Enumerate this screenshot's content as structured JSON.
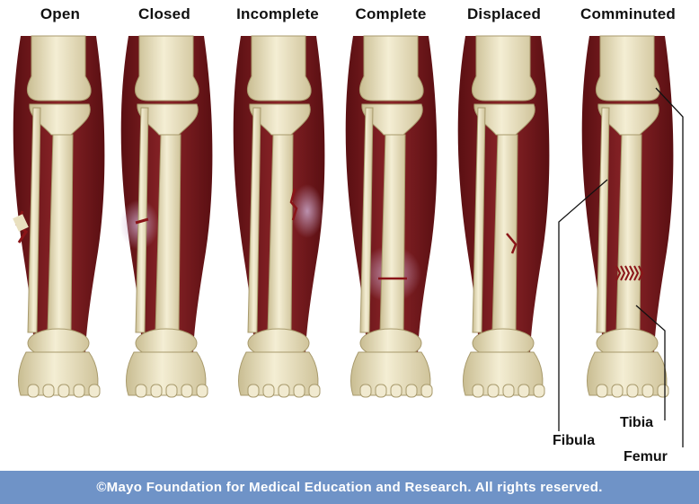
{
  "fracture_types": [
    {
      "label": "Open"
    },
    {
      "label": "Closed"
    },
    {
      "label": "Incomplete"
    },
    {
      "label": "Complete"
    },
    {
      "label": "Displaced"
    },
    {
      "label": "Comminuted"
    }
  ],
  "annotations": {
    "fibula": "Fibula",
    "tibia": "Tibia",
    "femur": "Femur"
  },
  "footer": "©Mayo Foundation for Medical Education and Research.  All rights reserved.",
  "colors": {
    "muscle": "#7a1a1c",
    "muscle_dark": "#5a0f12",
    "bone": "#eee6c6",
    "bone_shadow": "#c9bd92",
    "footer_bg": "#6f93c7"
  }
}
